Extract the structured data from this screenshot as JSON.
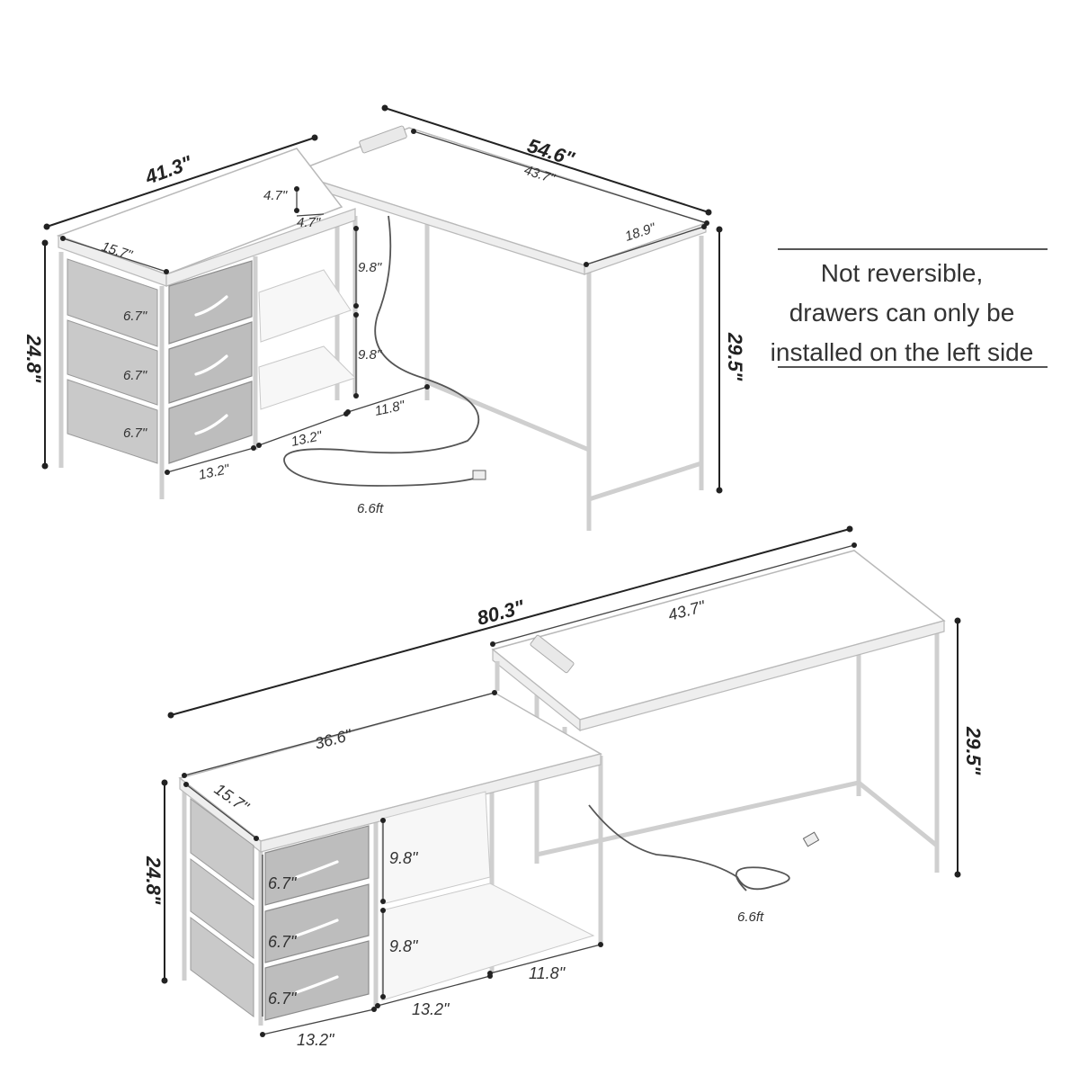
{
  "note": {
    "lines": [
      "Not reversible,",
      "drawers can only be",
      "installed on the left side"
    ]
  },
  "top_diagram": {
    "overall_width": "54.6\"",
    "desk_length": "43.7\"",
    "cabinet_length": "41.3\"",
    "depth": "18.9\"",
    "cabinet_depth": "15.7\"",
    "cabinet_height": "24.8\"",
    "desk_height": "29.5\"",
    "riser_height": "4.7\"",
    "riser_depth": "4.7\"",
    "shelf_height_1": "9.8\"",
    "shelf_height_2": "9.8\"",
    "drawer_height_1": "6.7\"",
    "drawer_height_2": "6.7\"",
    "drawer_height_3": "6.7\"",
    "shelf_depth": "11.8\"",
    "shelf_width": "13.2\"",
    "drawer_width": "13.2\"",
    "cord_length": "6.6ft"
  },
  "bottom_diagram": {
    "overall_width": "80.3\"",
    "desk_length": "43.7\"",
    "cabinet_length": "36.6\"",
    "cabinet_depth": "15.7\"",
    "cabinet_height": "24.8\"",
    "desk_height": "29.5\"",
    "shelf_height_1": "9.8\"",
    "shelf_height_2": "9.8\"",
    "drawer_height_1": "6.7\"",
    "drawer_height_2": "6.7\"",
    "drawer_height_3": "6.7\"",
    "shelf_depth": "11.8\"",
    "shelf_width": "13.2\"",
    "drawer_width": "13.2\"",
    "cord_length": "6.6ft"
  }
}
